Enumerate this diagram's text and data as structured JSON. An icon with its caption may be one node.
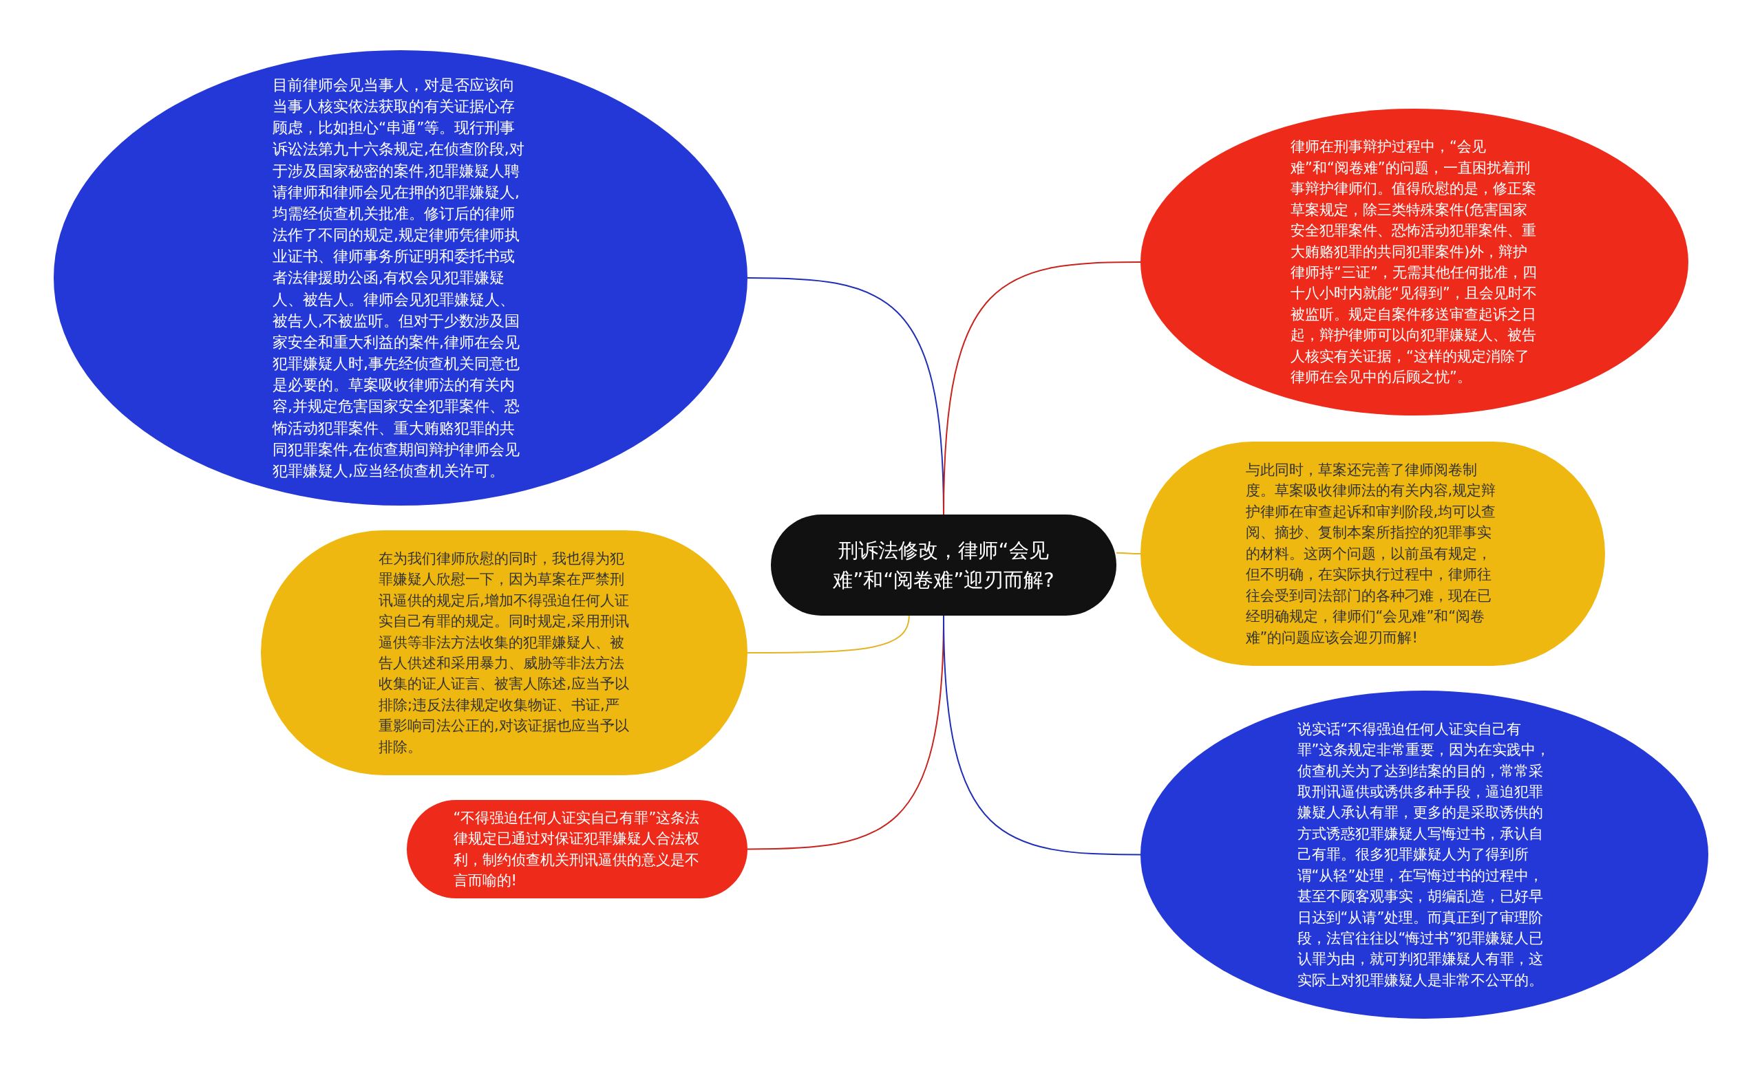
{
  "diagram": {
    "nodes": [
      {
        "text": [
          "刑诉法修改，律师“会见难”和“阅卷难”迎刃而解?"
        ]
      },
      {
        "text": [
          "目前律师会见当事人，对是否应该向当事人核实依法获取的有关证据心存顾虑，比如担心“串通”等。现行刑事诉讼法第九十六条规定,在侦查阶段,对于涉及国家秘密的案件,犯罪嫌疑人聘请律师和律师会见在押的犯罪嫌疑人,均需经侦查机关批准。修订后的律师法作了不同的规定,规定律师凭律师执业证书、律师事务所证明和委托书或者法律援助公函,有权会见犯罪嫌疑人、被告人。律师会见犯罪嫌疑人、被告人,不被监听。但对于少数涉及国家安全和重大利益的案件,律师在会见犯罪嫌疑人时,事先经侦查机关同意也是必要的。草案吸收律师法的有关内容,并规定危害国家安全犯罪案件、恐怖活动犯罪案件、重大贿赂犯罪的共同犯罪案件,在侦查期间辩护律师会见犯罪嫌疑人,应当经侦查机关许可。"
        ]
      },
      {
        "text": [
          "在为我们律师欣慰的同时，我也得为犯罪嫌疑人欣慰一下，因为草案在严禁刑讯逼供的规定后,增加不得强迫任何人证实自己有罪的规定。同时规定,采用刑讯逼供等非法方法收集的犯罪嫌疑人、被告人供述和采用暴力、威胁等非法方法收集的证人证言、被害人陈述,应当予以排除;违反法律规定收集物证、书证,严重影响司法公正的,对该证据也应当予以排除。"
        ]
      },
      {
        "text": [
          "“不得强迫任何人证实自己有罪”这条法律规定已通过对保证犯罪嫌疑人合法权利，制约侦查机关刑讯逼供的意义是不言而喻的!"
        ]
      },
      {
        "text": [
          "律师在刑事辩护过程中，“会见难”和“阅卷难”的问题，一直困扰着刑事辩护律师们。值得欣慰的是，修正案草案规定，除三类特殊案件(危害国家安全犯罪案件、恐怖活动犯罪案件、重大贿赂犯罪的共同犯罪案件)外，辩护律师持“三证”，无需其他任何批准，四十八小时内就能“见得到”，且会见时不被监听。规定自案件移送审查起诉之日起，辩护律师可以向犯罪嫌疑人、被告人核实有关证据，“这样的规定消除了律师在会见中的后顾之忧”。"
        ]
      },
      {
        "text": [
          "与此同时，草案还完善了律师阅卷制度。草案吸收律师法的有关内容,规定辩护律师在审查起诉和审判阶段,均可以查阅、摘抄、复制本案所指控的犯罪事实的材料。这两个问题，以前虽有规定，但不明确，在实际执行过程中，律师往往会受到司法部门的各种刁难，现在已经明确规定，律师们“会见难”和“阅卷难”的问题应该会迎刃而解!"
        ]
      },
      {
        "text": [
          "说实话“不得强迫任何人证实自己有罪”这条规定非常重要，因为在实践中，侦查机关为了达到结案的目的，常常采取刑讯逼供或诱供多种手段，逼迫犯罪嫌疑人承认有罪，更多的是采取诱供的方式诱惑犯罪嫌疑人写悔过书，承认自己有罪。很多犯罪嫌疑人为了得到所谓“从轻”处理，在写悔过书的过程中，甚至不顾客观事实，胡编乱造，已好早日达到“从请”处理。而真正到了审理阶段，法官往往以“悔过书”犯罪嫌疑人已认罪为由，就可判犯罪嫌疑人有罪，这实际上对犯罪嫌疑人是非常不公平的。"
        ]
      }
    ],
    "edges": [
      {
        "from": 0,
        "to": 1,
        "arrow": "none",
        "color": "#1f2fb5"
      },
      {
        "from": 0,
        "to": 2,
        "arrow": "none",
        "color": "#e4b423"
      },
      {
        "from": 0,
        "to": 3,
        "arrow": "none",
        "color": "#c8231c"
      },
      {
        "from": 0,
        "to": 4,
        "arrow": "none",
        "color": "#c8231c"
      },
      {
        "from": 0,
        "to": 5,
        "arrow": "none",
        "color": "#e4b423"
      },
      {
        "from": 0,
        "to": 6,
        "arrow": "none",
        "color": "#1f2fb5"
      }
    ]
  }
}
